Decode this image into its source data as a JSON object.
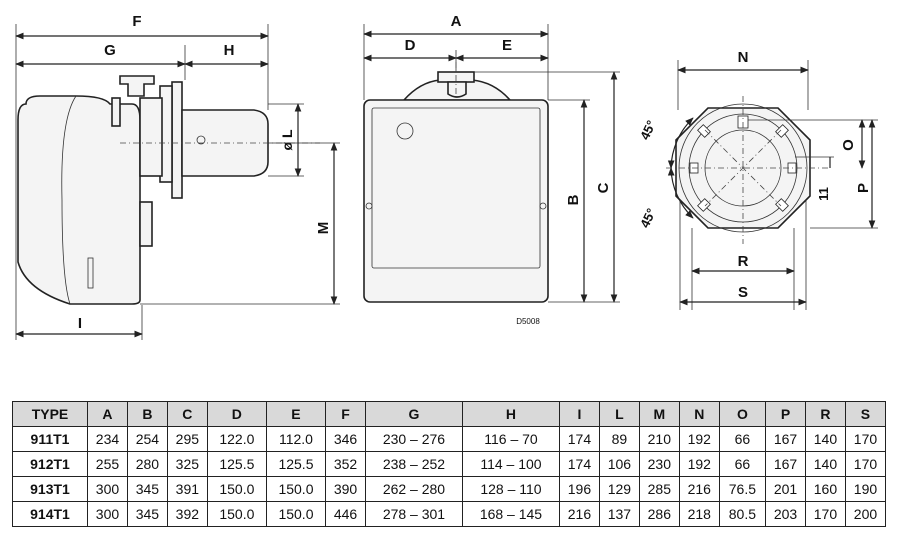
{
  "drawing": {
    "code": "D5008",
    "labels": {
      "A": "A",
      "B": "B",
      "C": "C",
      "D": "D",
      "E": "E",
      "F": "F",
      "G": "G",
      "H": "H",
      "I": "I",
      "L": "ø L",
      "M": "M",
      "N": "N",
      "O": "O",
      "P": "P",
      "R": "R",
      "S": "S",
      "angle_top": "45°",
      "angle_bottom": "45°",
      "eleven": "11"
    }
  },
  "table": {
    "headers": [
      "TYPE",
      "A",
      "B",
      "C",
      "D",
      "E",
      "F",
      "G",
      "H",
      "I",
      "L",
      "M",
      "N",
      "O",
      "P",
      "R",
      "S"
    ],
    "rows": [
      {
        "type": "911T1",
        "values": [
          "234",
          "254",
          "295",
          "122.0",
          "112.0",
          "346",
          "230 – 276",
          "116 – 70",
          "174",
          "89",
          "210",
          "192",
          "66",
          "167",
          "140",
          "170"
        ]
      },
      {
        "type": "912T1",
        "values": [
          "255",
          "280",
          "325",
          "125.5",
          "125.5",
          "352",
          "238 – 252",
          "114 – 100",
          "174",
          "106",
          "230",
          "192",
          "66",
          "167",
          "140",
          "170"
        ]
      },
      {
        "type": "913T1",
        "values": [
          "300",
          "345",
          "391",
          "150.0",
          "150.0",
          "390",
          "262 – 280",
          "128 – 110",
          "196",
          "129",
          "285",
          "216",
          "76.5",
          "201",
          "160",
          "190"
        ]
      },
      {
        "type": "914T1",
        "values": [
          "300",
          "345",
          "392",
          "150.0",
          "150.0",
          "446",
          "278 – 301",
          "168 – 145",
          "216",
          "137",
          "286",
          "218",
          "80.5",
          "203",
          "170",
          "200"
        ]
      }
    ]
  }
}
